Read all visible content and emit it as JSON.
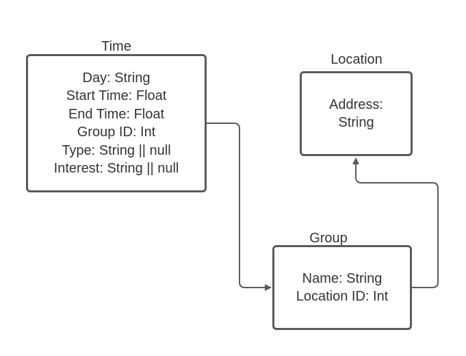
{
  "entities": [
    {
      "title": "Time",
      "fields": [
        "Day: String",
        "Start Time: Float",
        "End Time: Float",
        "Group ID: Int",
        "Type: String || null",
        "Interest: String || null"
      ]
    },
    {
      "title": "Location",
      "fields": [
        "Address:",
        "String"
      ]
    },
    {
      "title": "Group",
      "fields": [
        "Name: String",
        "Location ID: Int"
      ]
    }
  ],
  "connectors": [
    {
      "from": "Time",
      "to": "Group"
    },
    {
      "from": "Group",
      "to": "Location"
    }
  ],
  "colors": {
    "box_border": "#595959",
    "connector": "#595959",
    "text": "#333333"
  }
}
